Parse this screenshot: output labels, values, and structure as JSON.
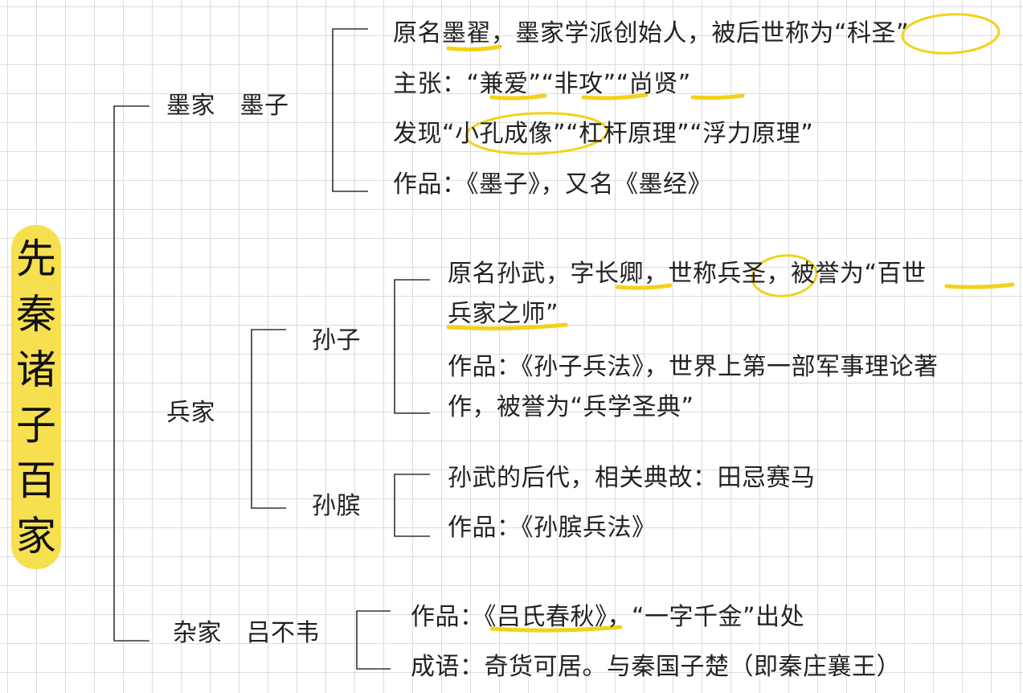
{
  "title": "先秦诸子百家",
  "schools": {
    "mojia": {
      "label": "墨家　墨子",
      "items": [
        "原名墨翟，墨家学派创始人，被后世称为“科圣”",
        "主张：“兼爱”“非攻”“尚贤”",
        "发现“小孔成像”“杠杆原理”“浮力原理”",
        "作品：《墨子》，又名《墨经》"
      ]
    },
    "bingjia": {
      "label": "兵家",
      "sunzi": {
        "label": "孙子",
        "items": [
          "原名孙武，字长卿，世称兵圣，被誉为“百世",
          "兵家之师”",
          "作品：《孙子兵法》，世界上第一部军事理论著",
          "作，被誉为“兵学圣典”"
        ]
      },
      "sunbin": {
        "label": "孙膑",
        "items": [
          "孙武的后代，相关典故：田忌赛马",
          "作品：《孙膑兵法》"
        ]
      }
    },
    "zajia": {
      "label": "杂家　吕不韦",
      "items": [
        "作品：《吕氏春秋》，“一字千金”出处",
        "成语：奇货可居。与秦国子楚（即秦庄襄王）"
      ]
    }
  },
  "colors": {
    "highlight": "#f6e04f",
    "ink": "#222222",
    "grid": "#dcdcdc",
    "underline": "#f2d21a"
  }
}
